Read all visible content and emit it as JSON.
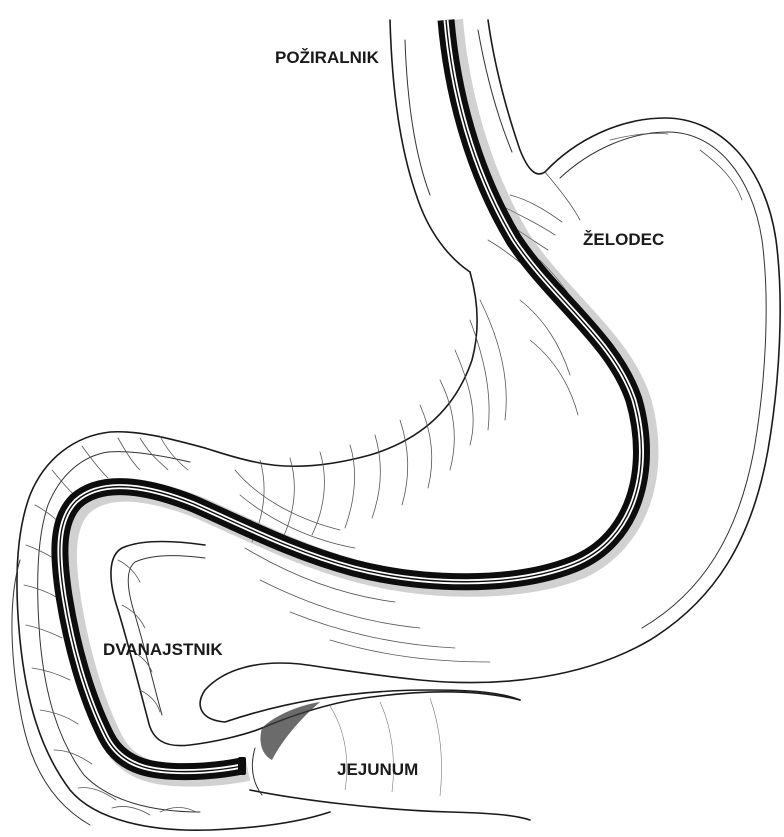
{
  "labels": {
    "esophagus": "POŽIRALNIK",
    "stomach": "ŽELODEC",
    "duodenum": "DVANAJSTNIK",
    "jejunum": "JEJUNUM"
  }
}
